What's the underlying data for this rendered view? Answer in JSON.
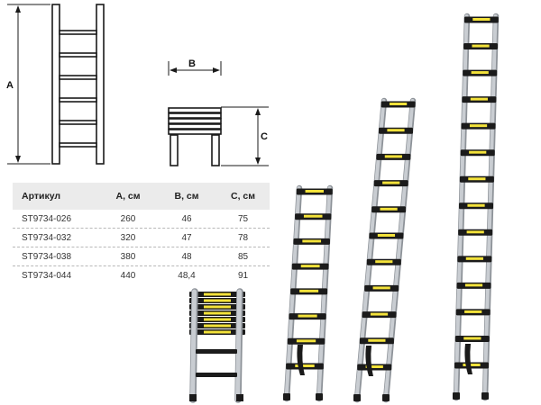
{
  "dimension_labels": {
    "a": "A",
    "b": "B",
    "c": "C"
  },
  "table": {
    "headers": [
      "Артикул",
      "A, см",
      "B, см",
      "C, см"
    ],
    "rows": [
      [
        "ST9734-026",
        "260",
        "46",
        "75"
      ],
      [
        "ST9734-032",
        "320",
        "47",
        "78"
      ],
      [
        "ST9734-038",
        "380",
        "48",
        "85"
      ],
      [
        "ST9734-044",
        "440",
        "48,4",
        "91"
      ]
    ]
  },
  "colors": {
    "rail": "#c9cdd2",
    "rail_shade": "#8d9298",
    "step_black": "#1b1b1b",
    "step_yellow": "#f3e23a",
    "strap": "#1a1a1a"
  }
}
